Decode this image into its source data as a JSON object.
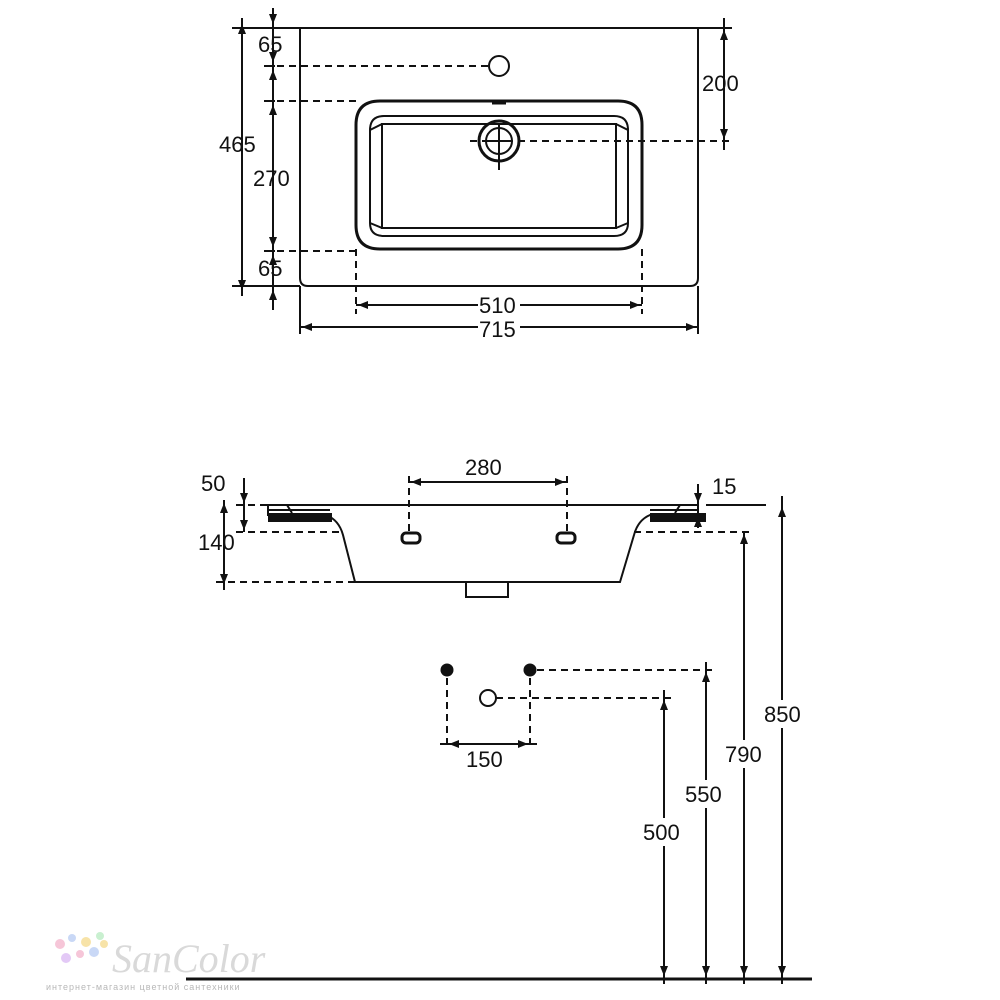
{
  "top_view": {
    "dims": {
      "d65_top": "65",
      "d465": "465",
      "d270": "270",
      "d65_bottom": "65",
      "d200": "200",
      "d510": "510",
      "d715": "715"
    }
  },
  "side_view": {
    "dims": {
      "d280": "280",
      "d50": "50",
      "d15": "15",
      "d140": "140"
    }
  },
  "installation": {
    "dims": {
      "d150": "150",
      "d850": "850",
      "d790": "790",
      "d550": "550",
      "d500": "500"
    }
  },
  "watermark": {
    "brand": "SanColor",
    "tagline": "интернет-магазин цветной сантехники",
    "dot_colors": [
      "#f6c6d8",
      "#c9d8f6",
      "#f7e3a8",
      "#c9f0d0",
      "#e3c9f6"
    ]
  }
}
